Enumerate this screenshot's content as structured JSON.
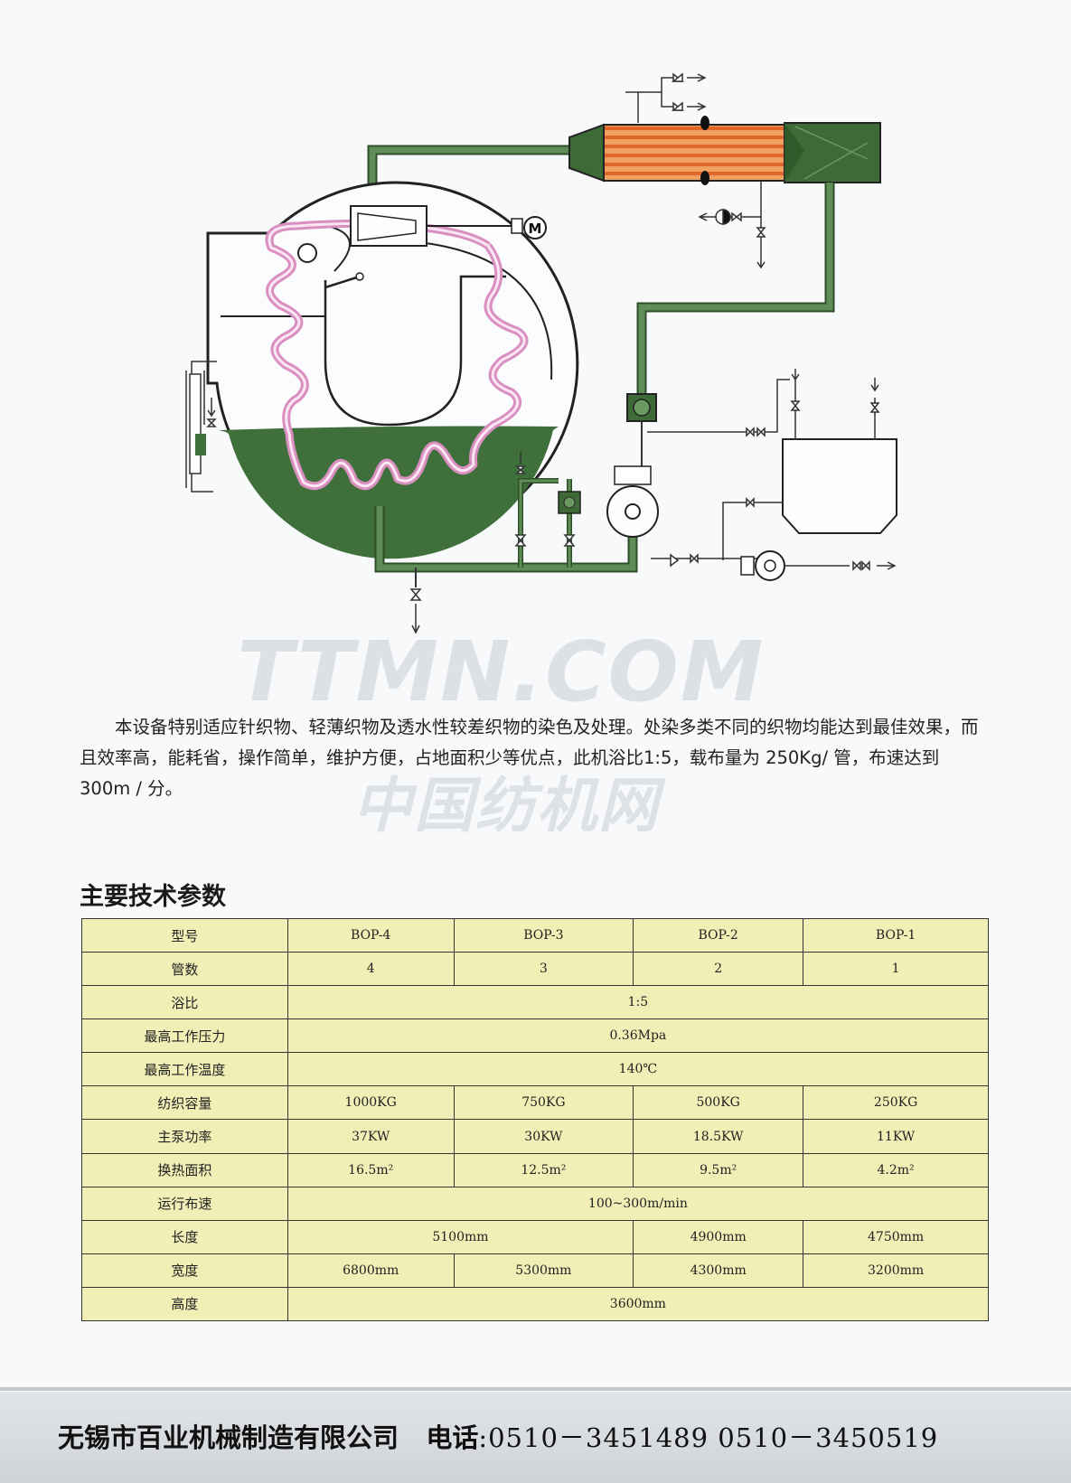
{
  "diagram": {
    "motor_label": "M"
  },
  "watermark": {
    "line1": "TTMN.COM",
    "line2": "中国纺机网"
  },
  "description": "本设备特别适应针织物、轻薄织物及透水性较差织物的染色及处理。处染多类不同的织物均能达到最佳效果，而且效率高，能耗省，操作简单，维护方便，占地面积少等优点，此机浴比1:5，载布量为 250Kg/ 管，布速达到 300m / 分。",
  "section_title": "主要技术参数",
  "table": {
    "rows": [
      {
        "label": "型号",
        "cells": [
          {
            "v": "BOP-4"
          },
          {
            "v": "BOP-3"
          },
          {
            "v": "BOP-2"
          },
          {
            "v": "BOP-1"
          }
        ]
      },
      {
        "label": "管数",
        "cells": [
          {
            "v": "4"
          },
          {
            "v": "3"
          },
          {
            "v": "2"
          },
          {
            "v": "1"
          }
        ]
      },
      {
        "label": "浴比",
        "cells": [
          {
            "v": "1:5",
            "span": 4
          }
        ]
      },
      {
        "label": "最高工作压力",
        "cells": [
          {
            "v": "0.36Mpa",
            "span": 4
          }
        ]
      },
      {
        "label": "最高工作温度",
        "cells": [
          {
            "v": "140℃",
            "span": 4
          }
        ]
      },
      {
        "label": "纺织容量",
        "cells": [
          {
            "v": "1000KG"
          },
          {
            "v": "750KG"
          },
          {
            "v": "500KG"
          },
          {
            "v": "250KG"
          }
        ]
      },
      {
        "label": "主泵功率",
        "cells": [
          {
            "v": "37KW"
          },
          {
            "v": "30KW"
          },
          {
            "v": "18.5KW"
          },
          {
            "v": "11KW"
          }
        ]
      },
      {
        "label": "换热面积",
        "cells": [
          {
            "v": "16.5m²"
          },
          {
            "v": "12.5m²"
          },
          {
            "v": "9.5m²"
          },
          {
            "v": "4.2m²"
          }
        ]
      },
      {
        "label": "运行布速",
        "cells": [
          {
            "v": "100~300m/min",
            "span": 4
          }
        ]
      },
      {
        "label": "长度",
        "cells": [
          {
            "v": "5100mm",
            "span": 2
          },
          {
            "v": "4900mm"
          },
          {
            "v": "4750mm"
          }
        ]
      },
      {
        "label": "宽度",
        "cells": [
          {
            "v": "6800mm"
          },
          {
            "v": "5300mm"
          },
          {
            "v": "4300mm"
          },
          {
            "v": "3200mm"
          }
        ]
      },
      {
        "label": "高度",
        "cells": [
          {
            "v": "3600mm",
            "span": 4
          }
        ]
      }
    ]
  },
  "footer": {
    "company": "无锡市百业机械制造有限公司",
    "phone_label": "电话",
    "phone_numbers": ":0510－3451489 0510－3450519"
  },
  "colors": {
    "pipe": "#4d7a45",
    "dye_liquor": "#3f6f3a",
    "fabric": "#d98fc0",
    "heater": "#e8782a",
    "table_bg": "#f1efb6"
  }
}
